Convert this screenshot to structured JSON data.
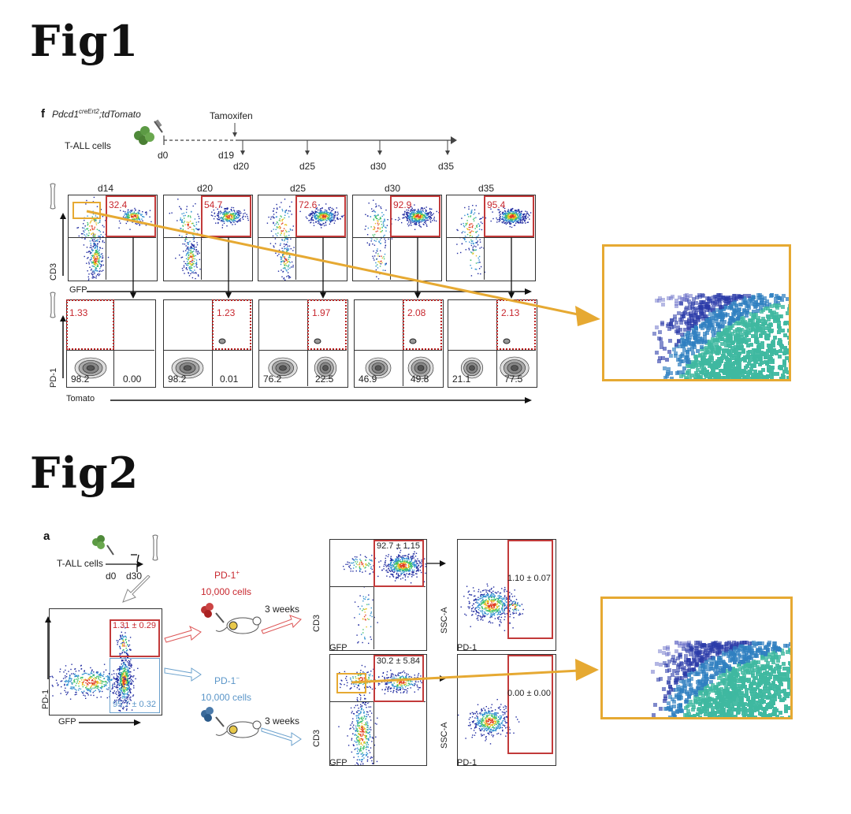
{
  "fig1": {
    "title": "Fig1",
    "panel_letter": "f",
    "mouse_label": "Pdcd1",
    "mouse_sup": "creErt2",
    "mouse_suffix": ";tdTomato",
    "cells_label": "T-ALL cells",
    "tamoxifen_label": "Tamoxifen",
    "timeline": [
      "d0",
      "d19",
      "d20",
      "d25",
      "d30",
      "d35"
    ],
    "columns": [
      "d14",
      "d20",
      "d25",
      "d30",
      "d35"
    ],
    "top_row": {
      "y_label": "CD3",
      "x_label": "GFP",
      "gate_values": [
        "32.4",
        "54.7",
        "72.6",
        "92.9",
        "95.4"
      ]
    },
    "bottom_row": {
      "y_label": "PD-1",
      "x_label": "Tomato",
      "upper_left": [
        "1.33",
        "",
        "",
        "",
        ""
      ],
      "upper_right": [
        "",
        "1.23",
        "1.97",
        "2.08",
        "2.13"
      ],
      "lower_left": [
        "98.2",
        "98.2",
        "76.2",
        "46.9",
        "21.1"
      ],
      "lower_right": [
        "0.00",
        "0.01",
        "22.5",
        "49.8",
        "77.5"
      ]
    }
  },
  "fig2": {
    "title": "Fig2",
    "panel_letter": "a",
    "cells_label": "T-ALL cells",
    "timeline": [
      "d0",
      "d30"
    ],
    "source_plot": {
      "y_label": "PD-1",
      "x_label": "GFP",
      "upper_gate": "1.31 ± 0.29",
      "lower_gate": "95.7 ± 0.32"
    },
    "pos_group": {
      "label": "PD-1",
      "sup": "+",
      "cells": "10,000 cells",
      "duration": "3 weeks"
    },
    "neg_group": {
      "label": "PD-1",
      "sup": "−",
      "cells": "10,000 cells",
      "duration": "3 weeks"
    },
    "pos_row": {
      "cd3_y": "CD3",
      "cd3_x": "GFP",
      "cd3_gate": "92.7 ± 1.15",
      "ssc_y": "SSC-A",
      "ssc_x": "PD-1",
      "ssc_gate": "1.10 ± 0.07"
    },
    "neg_row": {
      "cd3_y": "CD3",
      "cd3_x": "GFP",
      "cd3_gate": "30.2 ± 5.84",
      "ssc_y": "SSC-A",
      "ssc_x": "PD-1",
      "ssc_gate": "0.00 ± 0.00"
    }
  },
  "colors": {
    "accent_orange": "#e6a932",
    "gate_red": "#c23a3a",
    "pd1_neg_blue": "#5a95c8"
  }
}
